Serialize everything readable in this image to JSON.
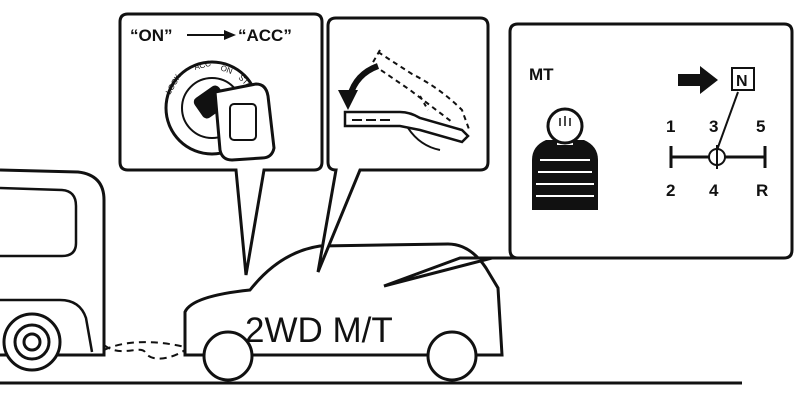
{
  "ignition_panel": {
    "label_on": "“ON”",
    "label_acc": "“ACC”",
    "label_lock": "LOCK",
    "label_acc_small": "ACC",
    "label_on_small": "ON",
    "label_start": "START"
  },
  "transmission_panel": {
    "mt_label": "MT",
    "neutral_label": "N",
    "gears_top": [
      "1",
      "3",
      "5"
    ],
    "gears_bottom": [
      "2",
      "4",
      "R"
    ]
  },
  "vehicle": {
    "label": "2WD M/T"
  },
  "colors": {
    "ink": "#111111",
    "paper": "#ffffff"
  }
}
